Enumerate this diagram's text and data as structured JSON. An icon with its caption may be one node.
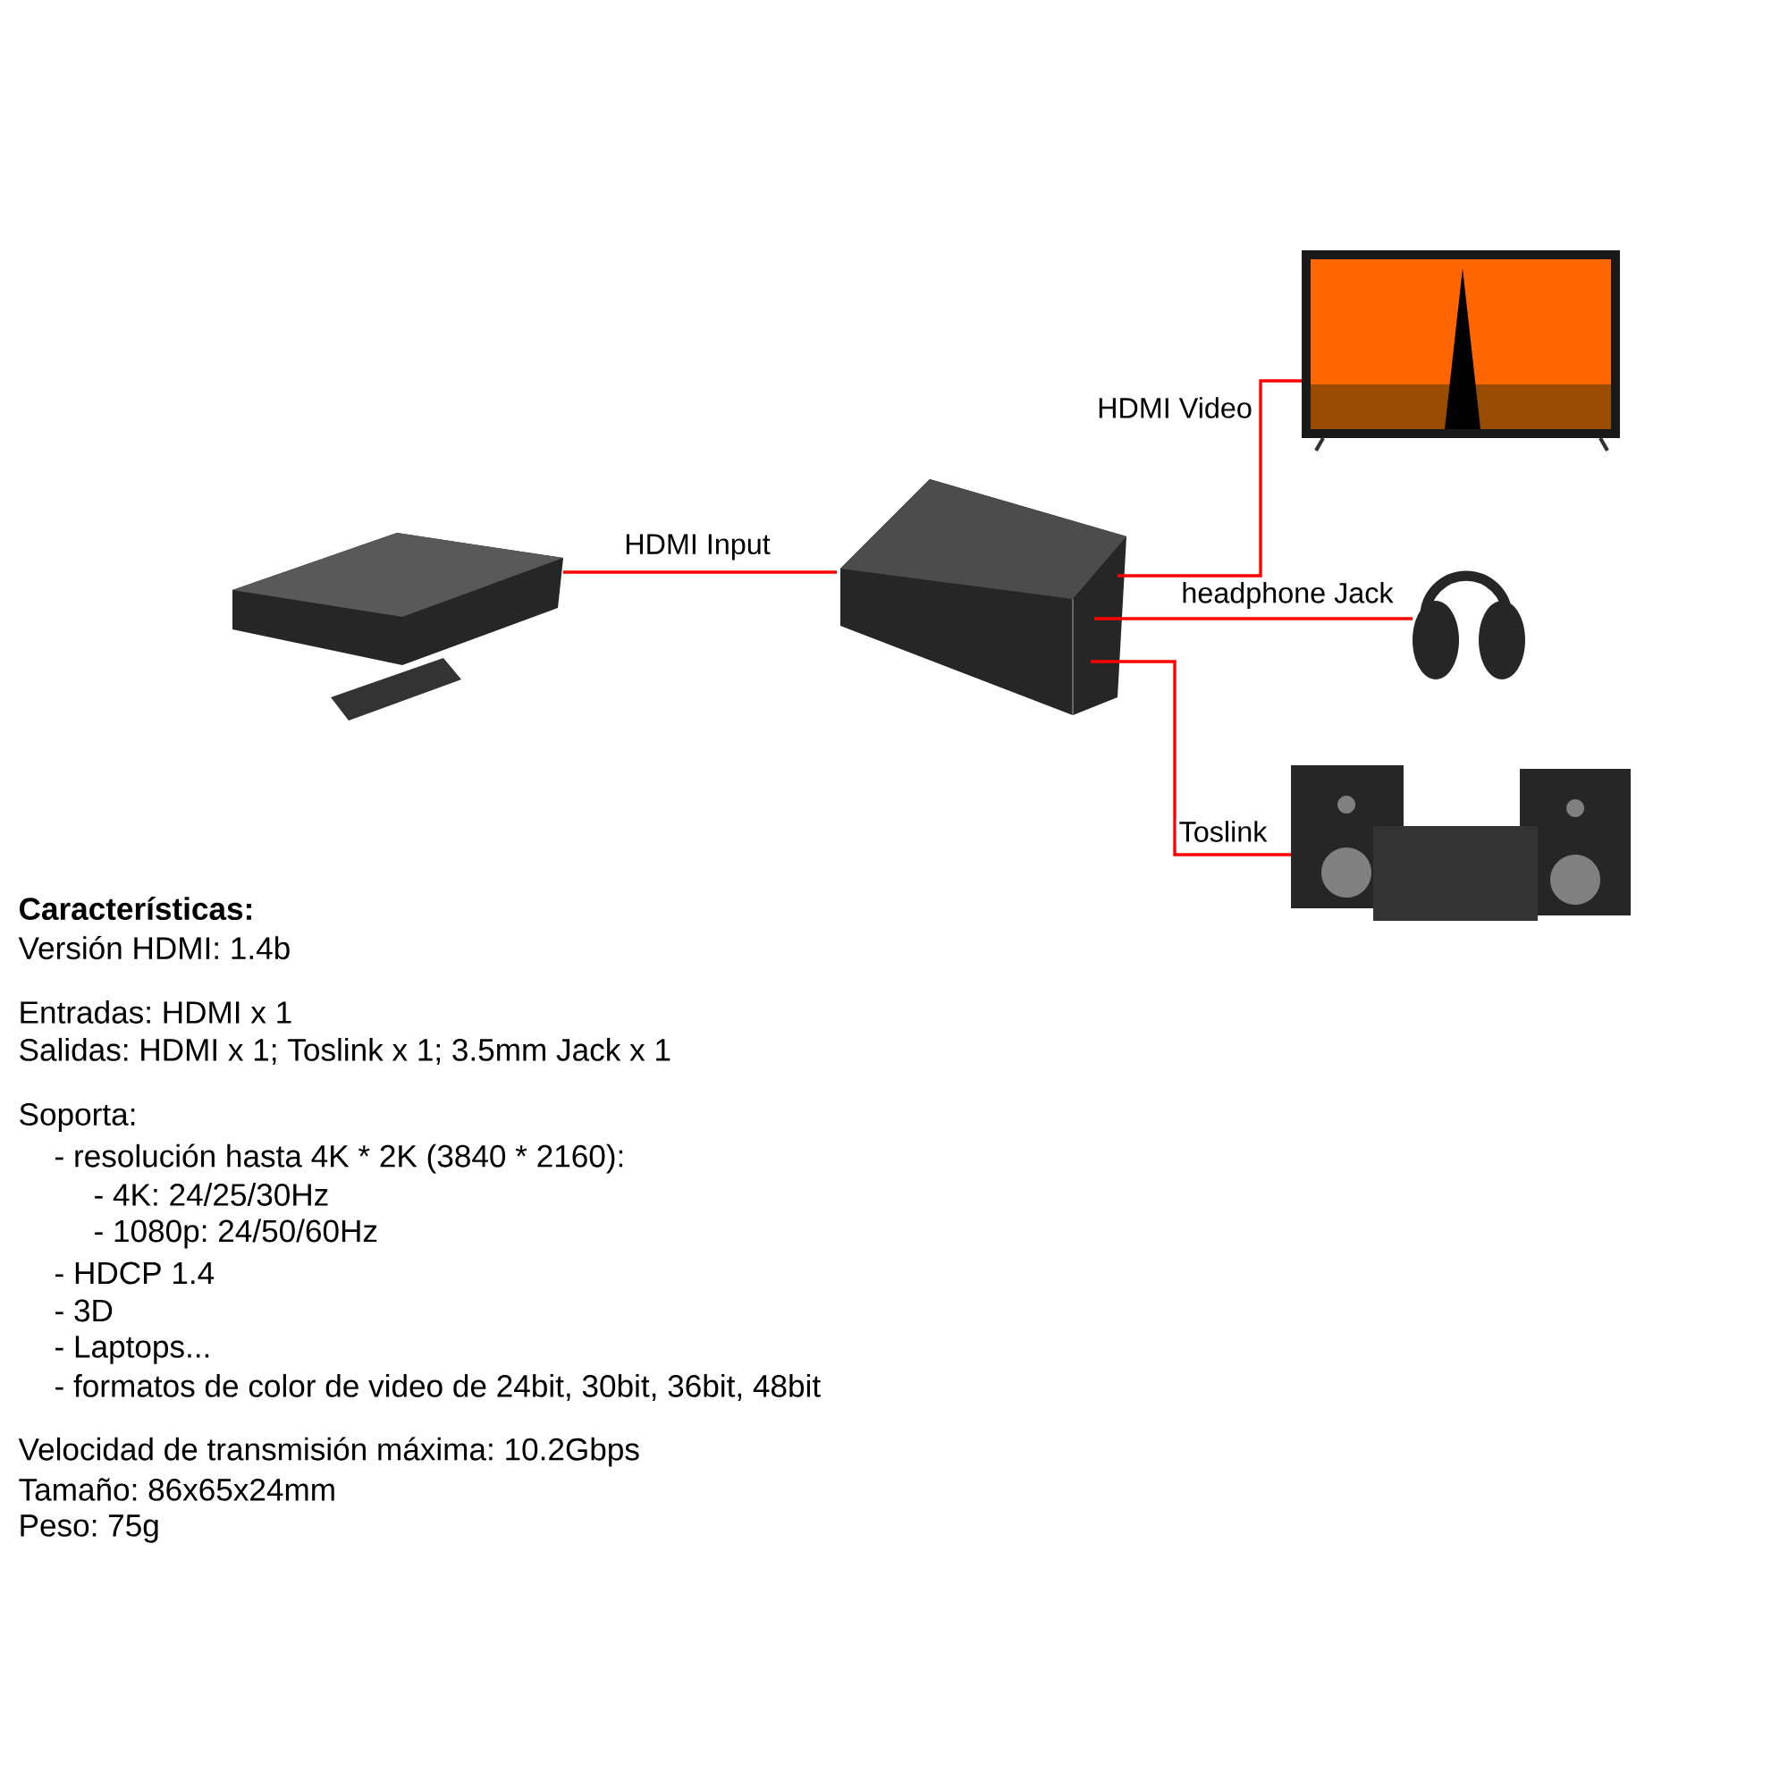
{
  "diagram": {
    "nodes": [
      {
        "text": [],
        "shape": "picture"
      },
      {
        "text": [],
        "shape": "picture"
      },
      {
        "text": [],
        "shape": "picture"
      },
      {
        "text": [],
        "shape": "picture"
      },
      {
        "text": [],
        "shape": "picture"
      }
    ],
    "edges": [
      {
        "from": 0,
        "to": 1,
        "arrow": "none",
        "label": "HDMI Input"
      },
      {
        "from": 1,
        "to": 2,
        "arrow": "none",
        "label": "HDMI Video"
      },
      {
        "from": 1,
        "to": 3,
        "arrow": "none",
        "label": "headphone Jack"
      },
      {
        "from": 1,
        "to": 4,
        "arrow": "none",
        "label": "Toslink"
      }
    ],
    "labels": [
      "Características:",
      "Versión HDMI: 1.4b",
      "Entradas: HDMI x 1",
      "Salidas: HDMI x 1; Toslink x 1; 3.5mm Jack x 1",
      "Soporta:",
      "- resolución hasta 4K * 2K (3840 * 2160):",
      "- 4K: 24/25/30Hz",
      "- 1080p: 24/50/60Hz",
      "- HDCP 1.4",
      "- 3D",
      "- Laptops...",
      "- formatos de color de video de 24bit, 30bit, 36bit, 48bit",
      "Velocidad de transmisión máxima: 10.2Gbps",
      "Tamaño: 86x65x24mm",
      "Peso: 75g"
    ]
  }
}
